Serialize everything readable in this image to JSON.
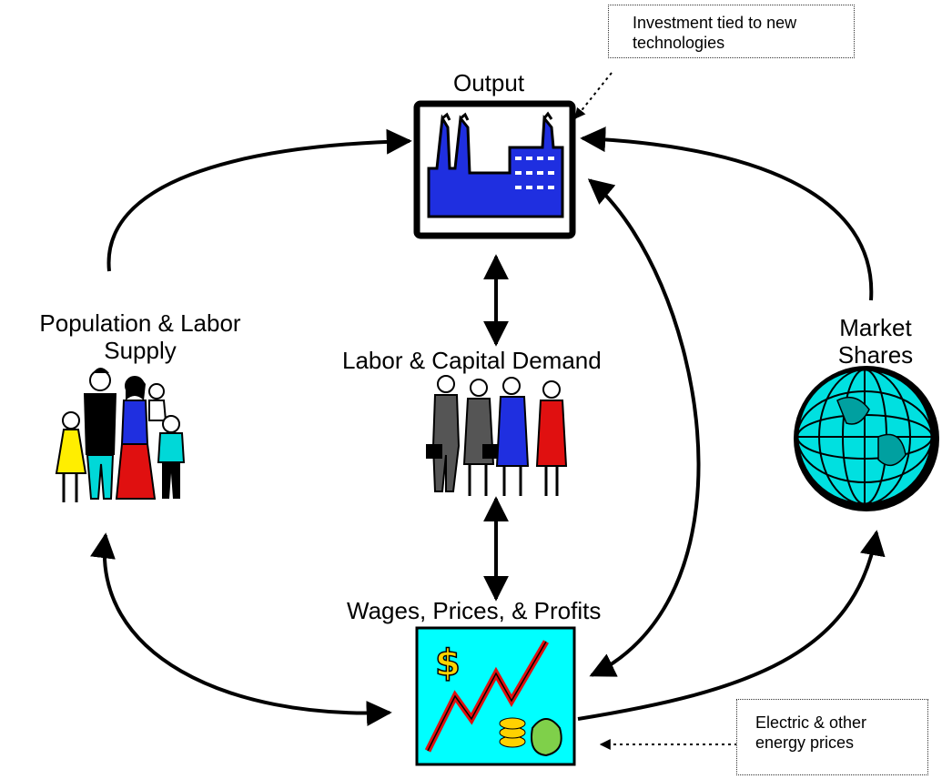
{
  "nodes": {
    "output": "Output",
    "population": {
      "line1": "Population & Labor",
      "line2": "Supply"
    },
    "labor_capital": "Labor & Capital Demand",
    "market": {
      "line1": "Market",
      "line2": "Shares"
    },
    "wages": "Wages, Prices, & Profits"
  },
  "notes": {
    "investment": "Investment tied to new technologies",
    "energy": "Electric & other energy prices"
  },
  "colors": {
    "factory": "#1f2fe0",
    "chart_bg": "#00ffff",
    "globe": "#00e0e0",
    "trend_line": "#e01010",
    "dollar": "#ffd200"
  }
}
